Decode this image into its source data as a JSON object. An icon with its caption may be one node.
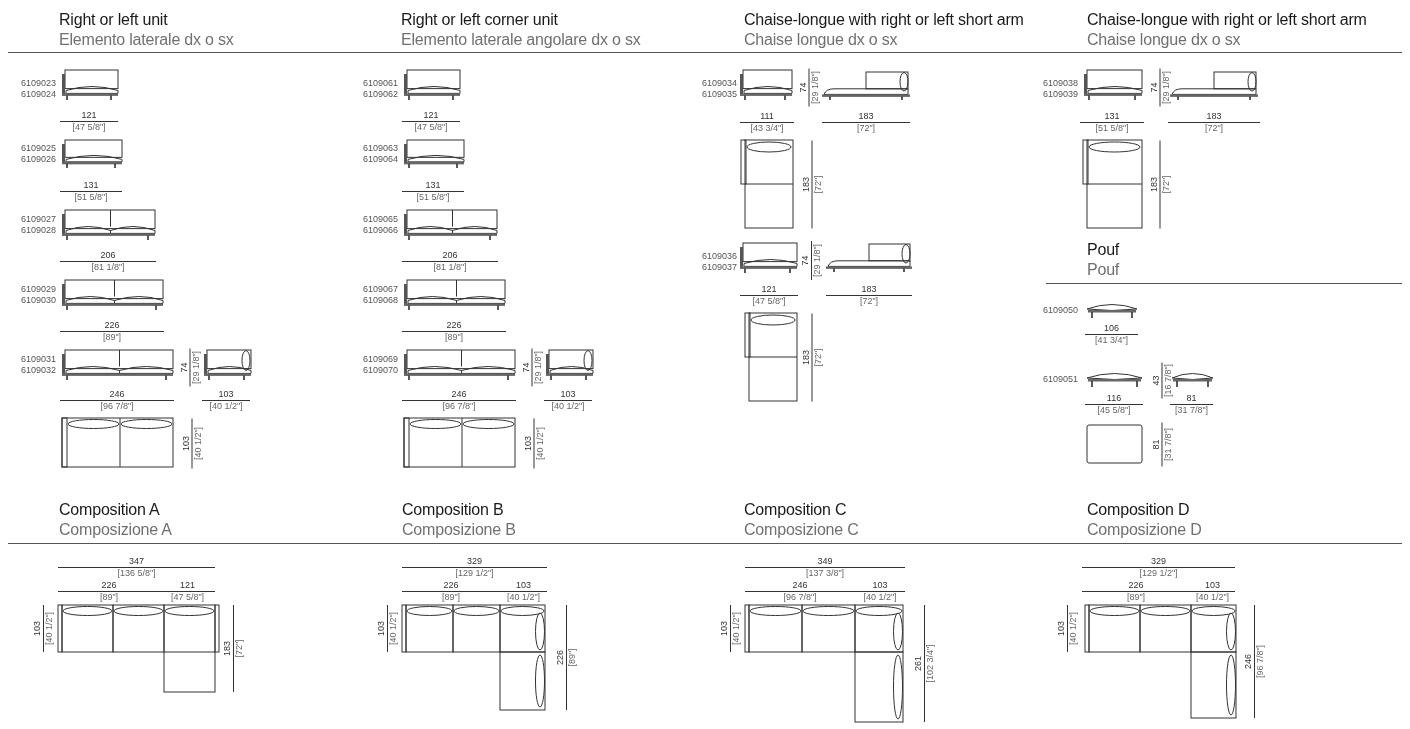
{
  "diagram": {
    "labels": [
      "Right or left unit",
      "Elemento laterale dx o sx",
      "6109023",
      "6109024",
      "121",
      "[47 5/8\"]",
      "6109025",
      "6109026",
      "131",
      "[51 5/8\"]",
      "6109027",
      "6109028",
      "206",
      "[81 1/8\"]",
      "6109029",
      "6109030",
      "226",
      "[89\"]",
      "6109031",
      "6109032",
      "74",
      "[29 1/8\"]",
      "246",
      "[96 7/8\"]",
      "103",
      "[40 1/2\"]",
      "103",
      "[40 1/2\"]",
      "Right or left corner unit",
      "Elemento laterale angolare dx o sx",
      "6109061",
      "6109062",
      "121",
      "[47 5/8\"]",
      "6109063",
      "6109064",
      "131",
      "[51 5/8\"]",
      "6109065",
      "6109066",
      "206",
      "[81 1/8\"]",
      "6109067",
      "6109068",
      "226",
      "[89\"]",
      "6109069",
      "6109070",
      "74",
      "[29 1/8\"]",
      "246",
      "[96 7/8\"]",
      "103",
      "[40 1/2\"]",
      "103",
      "[40 1/2\"]",
      "Chaise-longue with right or left short arm",
      "Chaise longue dx o sx",
      "6109034",
      "6109035",
      "74",
      "[29 1/8\"]",
      "111",
      "[43 3/4\"]",
      "183",
      "[72\"]",
      "183",
      "[72\"]",
      "6109036",
      "6109037",
      "74",
      "[29 1/8\"]",
      "121",
      "[47 5/8\"]",
      "183",
      "[72\"]",
      "183",
      "[72\"]",
      "Chaise-longue with right or left short arm",
      "Chaise longue dx o sx",
      "6109038",
      "6109039",
      "74",
      "[29 1/8\"]",
      "131",
      "[51 5/8\"]",
      "183",
      "[72\"]",
      "183",
      "[72\"]",
      "Pouf",
      "Pouf",
      "6109050",
      "106",
      "[41 3/4\"]",
      "6109051",
      "43",
      "[16 7/8\"]",
      "116",
      "[45 5/8\"]",
      "81",
      "[31 7/8\"]",
      "81",
      "[31 7/8\"]",
      "Composition A",
      "Composizione A",
      "347",
      "[136 5/8\"]",
      "226",
      "[89\"]",
      "121",
      "[47 5/8\"]",
      "103",
      "[40 1/2\"]",
      "183",
      "[72\"]",
      "Composition B",
      "Composizione B",
      "329",
      "[129 1/2\"]",
      "226",
      "[89\"]",
      "103",
      "[40 1/2\"]",
      "103",
      "[40 1/2\"]",
      "226",
      "[89\"]",
      "Composition C",
      "Composizione C",
      "349",
      "[137 3/8\"]",
      "246",
      "[96 7/8\"]",
      "103",
      "[40 1/2\"]",
      "103",
      "[40 1/2\"]",
      "261",
      "[102 3/4\"]",
      "Composition D",
      "Composizione D",
      "329",
      "[129 1/2\"]",
      "226",
      "[89\"]",
      "103",
      "[40 1/2\"]",
      "103",
      "[40 1/2\"]",
      "246",
      "[96 7/8\"]"
    ]
  }
}
